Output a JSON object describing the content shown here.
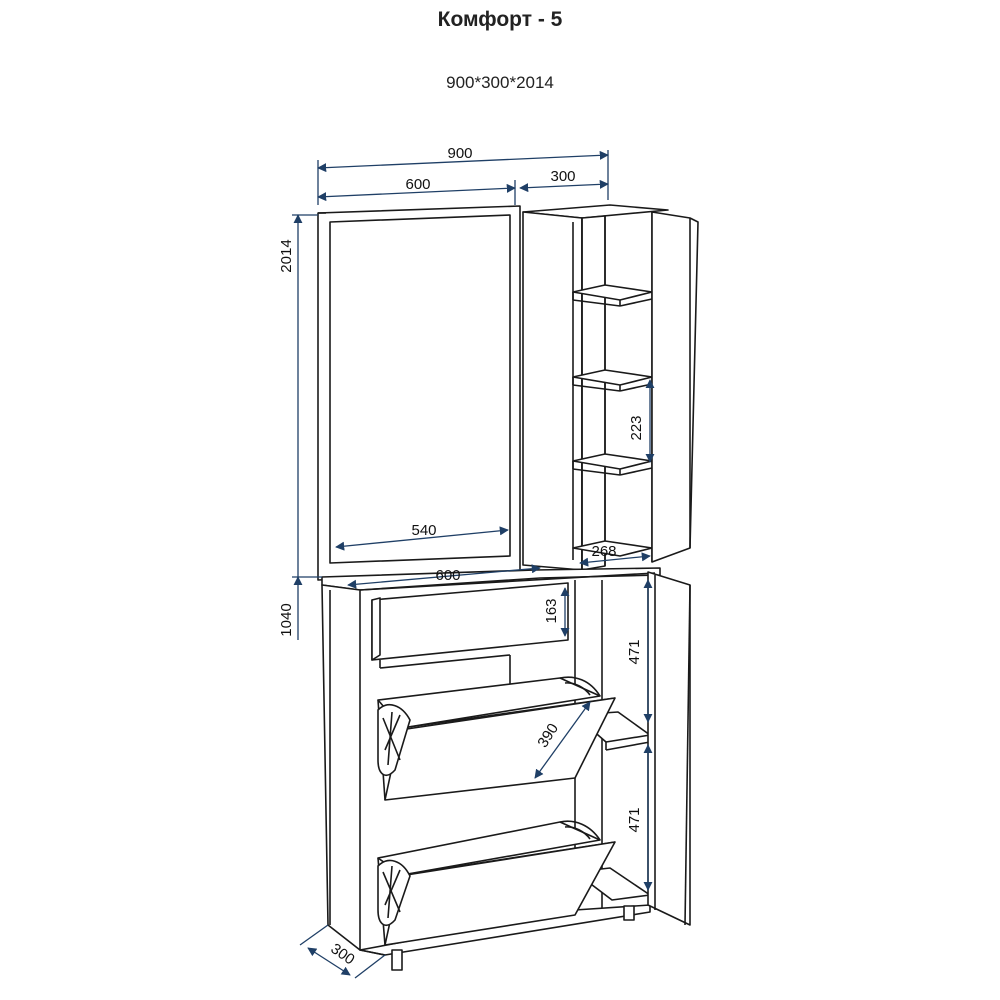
{
  "title": "Комфорт - 5",
  "subtitle": "900*300*2014",
  "dimensions": {
    "total_width": "900",
    "upper_left_width": "600",
    "upper_right_width": "300",
    "total_height": "2014",
    "lower_height": "1040",
    "mirror_width": "540",
    "lower_shelf_width": "600",
    "shelf_spacing": "223",
    "shelf_depth": "268",
    "drawer_height": "163",
    "lower_section_upper": "471",
    "lower_section_lower": "471",
    "shoe_flap": "390",
    "depth": "300"
  },
  "colors": {
    "line": "#1a1a1a",
    "dimension_arrow": "#1f3f66"
  }
}
